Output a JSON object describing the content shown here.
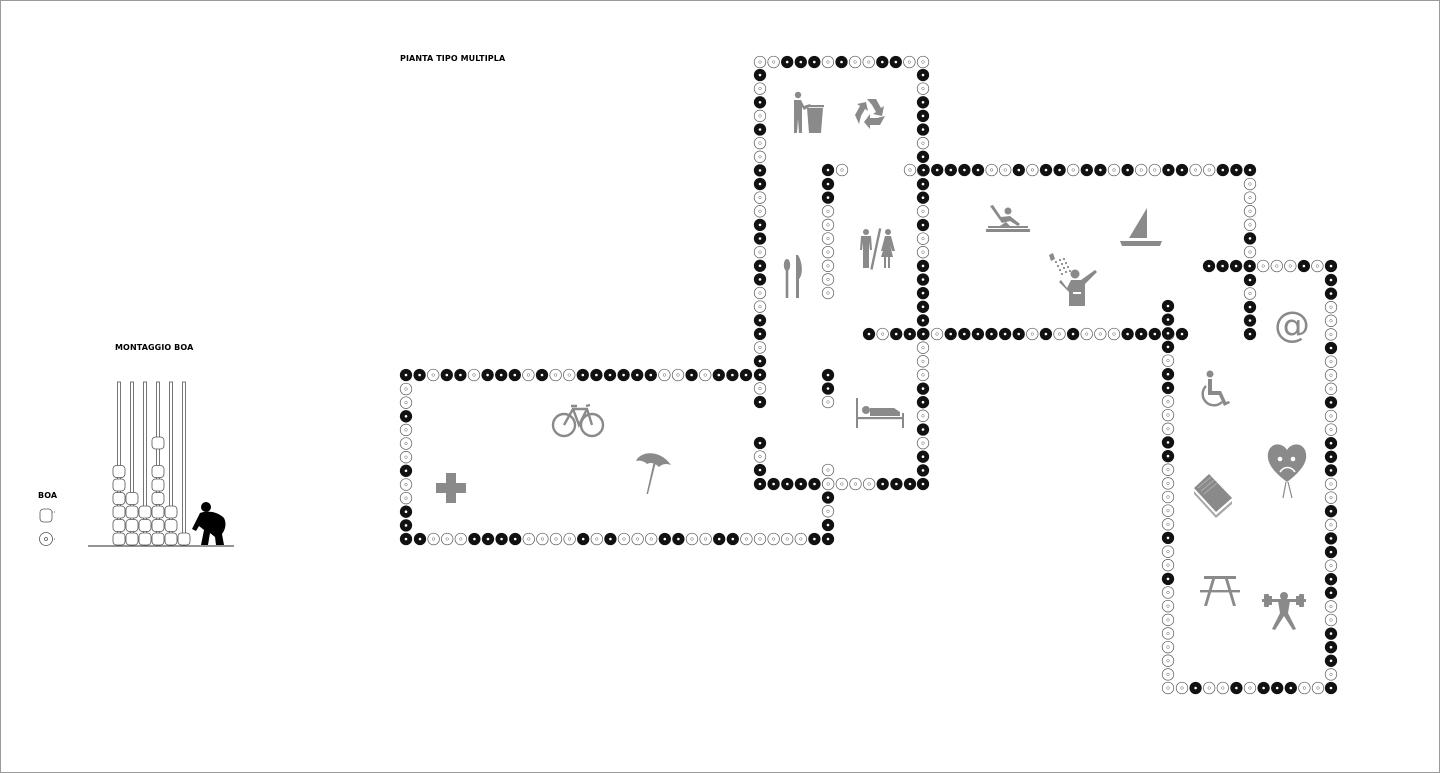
{
  "labels": {
    "plan_title": "PIANTA TIPO MULTIPLA",
    "assembly_title": "MONTAGGIO BOA",
    "buoy_title": "BOA"
  },
  "colors": {
    "buoy_dark": "#111111",
    "buoy_light": "#ffffff",
    "buoy_outline": "#555555",
    "pictogram": "#8a8a8a",
    "figure": "#000000"
  },
  "pictograms": [
    "litter-icon",
    "recycle-icon",
    "cutlery-icon",
    "restroom-icon",
    "swimmer-icon",
    "sailboat-icon",
    "shower-icon",
    "internet-icon",
    "bicycle-icon",
    "umbrella-icon",
    "first-aid-icon",
    "bed-icon",
    "wheelchair-icon",
    "balloon-icon",
    "book-icon",
    "picnic-table-icon",
    "weightlifting-icon"
  ]
}
